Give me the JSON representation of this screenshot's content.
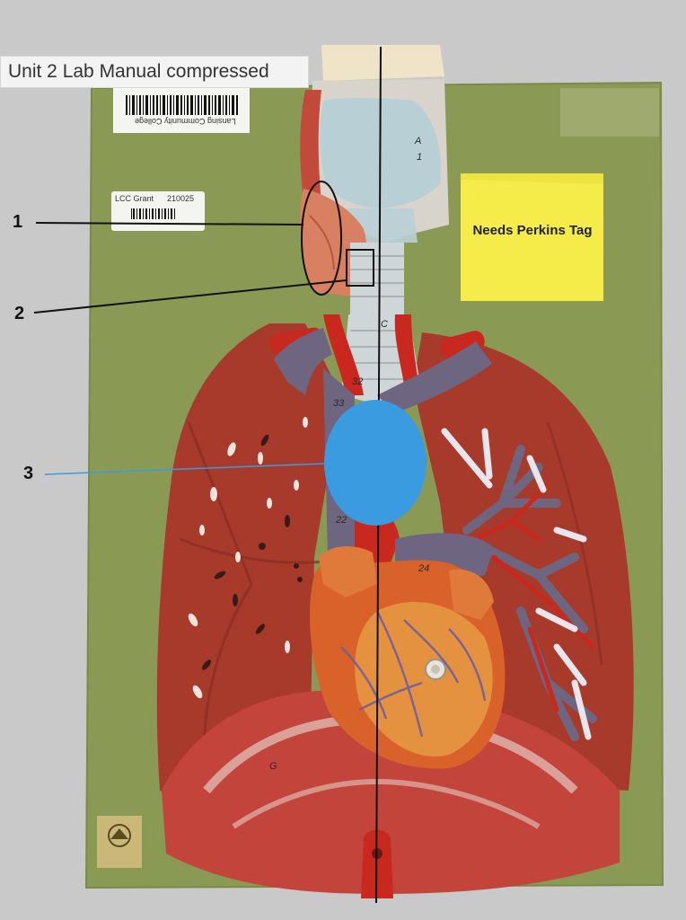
{
  "window": {
    "title": "Unit 2 Lab Manual compressed"
  },
  "labels": {
    "one": "1",
    "two": "2",
    "three": "3"
  },
  "sticky_note": {
    "text": "Needs Perkins Tag"
  },
  "barcode_top": {
    "institution": "Lansing Community College"
  },
  "barcode_side": {
    "grant": "LCC Grant",
    "number": "210025"
  },
  "model_markings": {
    "a": "A",
    "one": "1",
    "c": "C",
    "n32": "32",
    "n33": "33",
    "n22": "22",
    "n24": "24",
    "g": "G"
  },
  "colors": {
    "board_green": "#8a9a55",
    "lung_red": "#a83a2c",
    "heart_orange": "#d9622a",
    "vessel_purple": "#6e6680",
    "artery_red": "#c8281e",
    "cartilage_blue": "#b9cfd6",
    "marker_blue": "#3a9be0",
    "sticky_yellow": "#f5ec4a"
  }
}
